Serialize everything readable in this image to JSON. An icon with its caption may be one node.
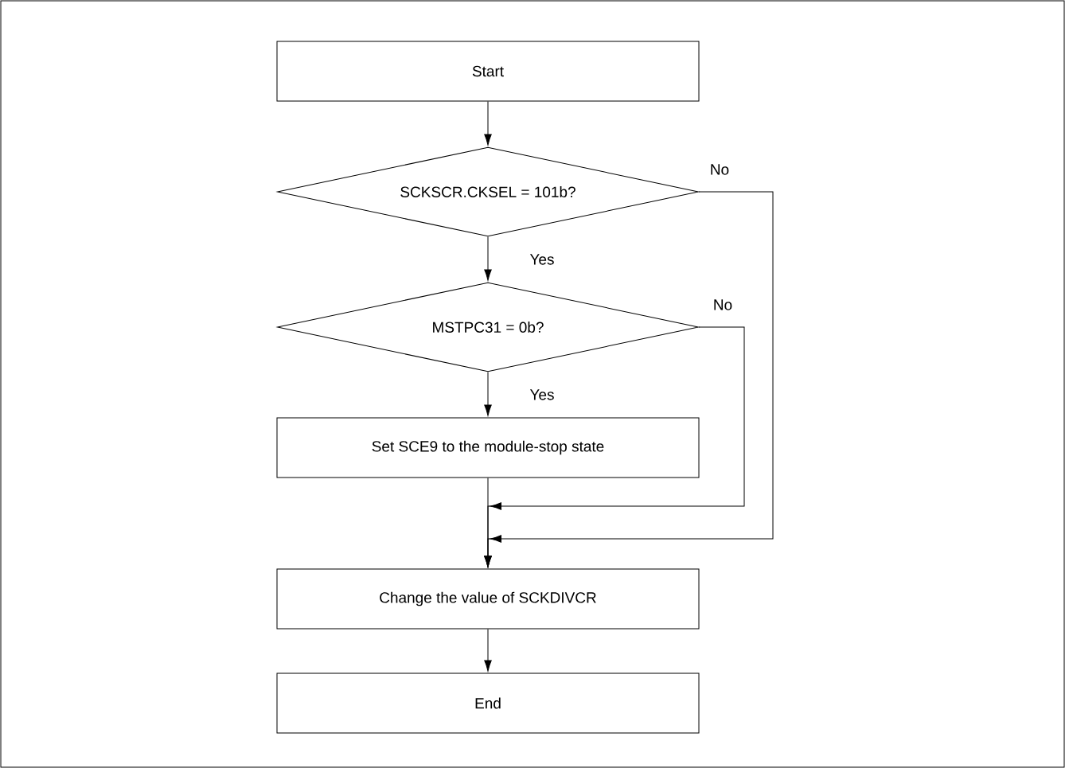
{
  "diagram": {
    "nodes": [
      {
        "text": [
          "Start"
        ]
      },
      {
        "text": [
          "SCKSCR.CKSEL = 101b?"
        ]
      },
      {
        "text": [
          "MSTPC31 = 0b?"
        ]
      },
      {
        "text": [
          "Set SCE9 to the module-stop state"
        ]
      },
      {
        "text": [
          "Change the value of SCKDIVCR"
        ]
      },
      {
        "text": [
          "End"
        ]
      }
    ],
    "edges": [
      {
        "from": 0,
        "to": 1,
        "arrow": "to"
      },
      {
        "from": 1,
        "to": 2,
        "arrow": "to",
        "label": "Yes"
      },
      {
        "from": 2,
        "to": 3,
        "arrow": "to",
        "label": "Yes"
      },
      {
        "from": 1,
        "to": 4,
        "arrow": "to",
        "label": "No"
      },
      {
        "from": 2,
        "to": 4,
        "arrow": "to",
        "label": "No"
      },
      {
        "from": 3,
        "to": 4,
        "arrow": "to"
      },
      {
        "from": 4,
        "to": 5,
        "arrow": "to"
      }
    ]
  }
}
